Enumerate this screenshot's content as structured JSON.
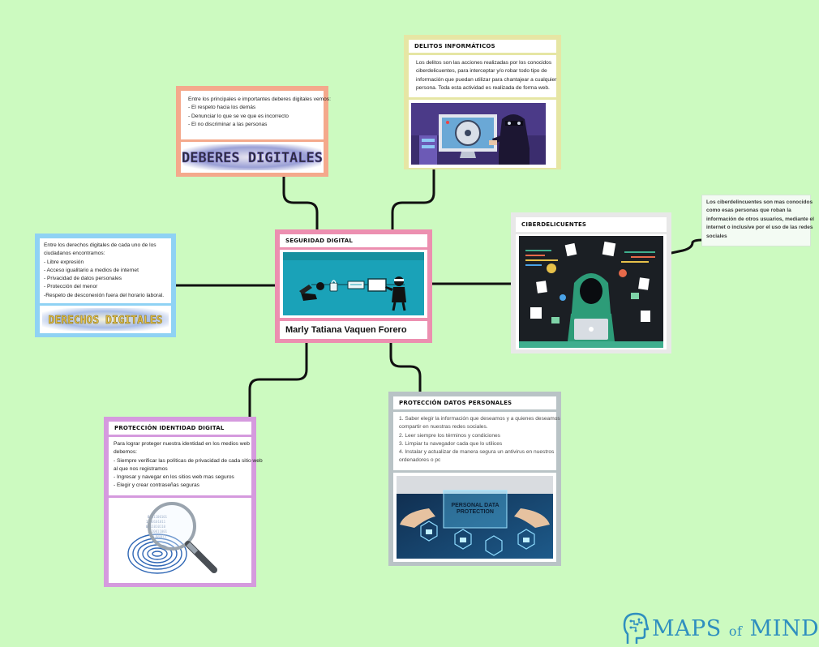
{
  "brand": {
    "part1": "MAPS",
    "part2": "of",
    "part3": "MIND"
  },
  "central": {
    "title": "SEGURIDAD DIGITAL",
    "author": "Marly Tatiana Vaquen Forero"
  },
  "deberes": {
    "lines": [
      "Entre los principales e importantes deberes digitales vemos:",
      "- El respeto hacia los demás",
      "- Denunciar lo que se ve que es incorrecto",
      "- El no discriminar a las personas"
    ],
    "banner": "DEBERES DIGITALES"
  },
  "derechos": {
    "lines": [
      "Entre los derechos digitales de cada uno de los",
      "ciudadanos encontramos:",
      "- Libre expresión",
      "- Acceso igualitario a medios de internet",
      "- Privacidad de datos personales",
      "- Protección del menor",
      "-Respeto de desconexión fuera del horario laboral."
    ],
    "banner": "DERECHOS DIGITALES"
  },
  "delitos": {
    "title": "DELITOS INFORMÁTICOS",
    "lines": [
      "Los delitos  son las acciones realizadas por los conocidos",
      "ciberdelicuentes, para interceptar y/o robar todo tipo de",
      "información que puedan utilizar para chantajear a cualquier",
      "persona. Toda esta actividad es realizada de forma web."
    ]
  },
  "ciber": {
    "title": "CIBERDELICUENTES",
    "note_lines": [
      "Los ciberdelincuentes son mas conocidos",
      "como esas personas que roban la",
      "información de otros usuarios, mediante el",
      "internet o inclusive por el uso de las redes",
      "sociales"
    ]
  },
  "proteccion_datos": {
    "title": "PROTECCIÓN DATOS PERSONALES",
    "lines": [
      "1. Saber elegir la información que deseamos y a quienes deseamos",
      "compartir en nuestras redes sociales.",
      "2. Leer siempre los términos y condiciones",
      "3. Limpiar tu navegador cada que lo utilices",
      "4. Instalar y actualizar de manera segura un antivirus en nuestros",
      "ordenadores o pc"
    ],
    "image_caption_1": "PERSONAL DATA",
    "image_caption_2": "PROTECTION"
  },
  "proteccion_identidad": {
    "title": "PROTECCIÓN IDENTIDAD DIGITAL",
    "lines": [
      "Para lograr proteger nuestra identidad en los medios web",
      "debemos:",
      "- Siempre verificar las políticas de privacidad de cada sitio web",
      "al que nos registramos",
      "- Ingresar y navegar en los sitios web mas seguros",
      "- Elegir y crear contraseñas seguras"
    ]
  },
  "colors": {
    "background": "#ccfac0",
    "central_border": "#ec8fb0",
    "deberes_border": "#f4a98c",
    "derechos_border": "#8fd2f4",
    "delitos_border": "#e6e6a4",
    "ciber_border": "#e8e8e8",
    "datos_border": "#b9c3c6",
    "identidad_border": "#d59ade",
    "brand": "#2f8fbf"
  }
}
